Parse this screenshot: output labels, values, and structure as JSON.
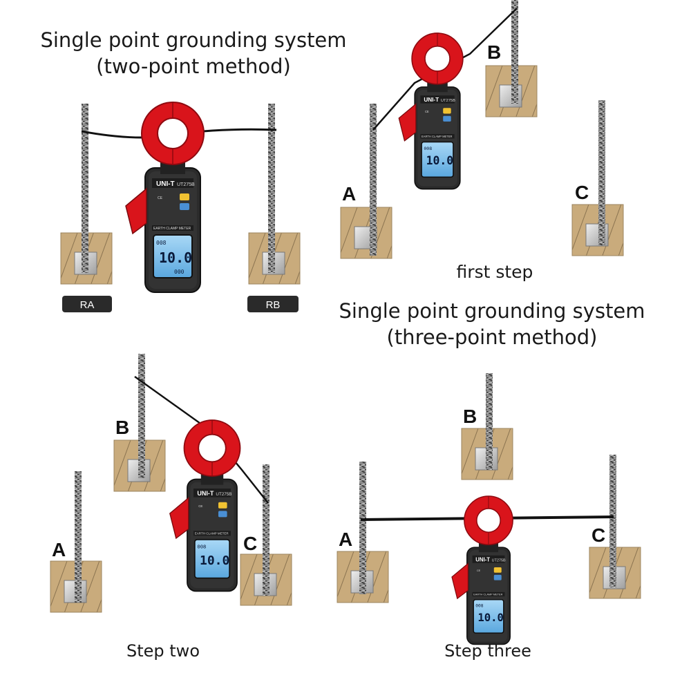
{
  "titles": {
    "two_point_line1": "Single point grounding system",
    "two_point_line2": "(two-point method)",
    "three_point_line1": "Single point grounding system",
    "three_point_line2": "(three-point method)"
  },
  "step_labels": {
    "first": "first step",
    "second": "Step two",
    "third": "Step three"
  },
  "electrode_tags": {
    "ra": "RA",
    "rb": "RB"
  },
  "electrode_letters": {
    "a": "A",
    "b": "B",
    "c": "C"
  },
  "meter": {
    "brand": "UNI-T",
    "model": "UT275B",
    "panel_label": "EARTH CLAMP METER",
    "ce_mark": "CE",
    "lcd_value": "10.0",
    "lcd_prefix": "008",
    "lcd_unit": "000"
  },
  "colors": {
    "clamp_red": "#d9141b",
    "meter_body": "#2b2b2b",
    "lcd": "#7fc1ec",
    "soil": "#c9ab7c",
    "hatch": "#8a7350",
    "plate": "#c8c8c8",
    "wire": "#111111"
  }
}
